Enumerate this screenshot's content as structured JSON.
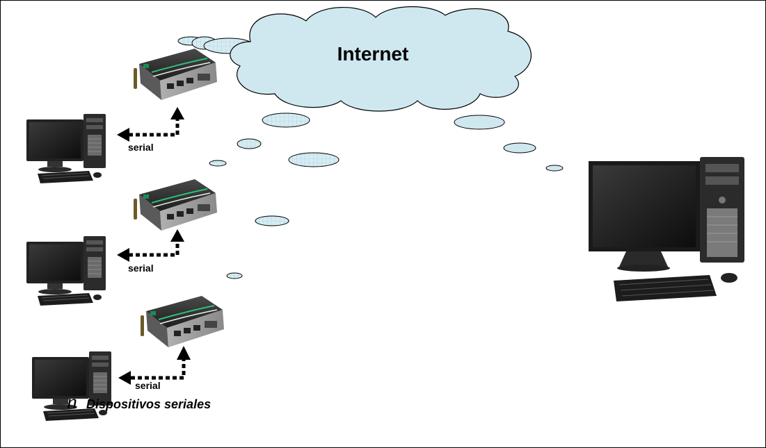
{
  "cloud": {
    "label": "Internet",
    "fill": "#cfe8f0",
    "stroke": "#000000"
  },
  "links": [
    {
      "label": "serial"
    },
    {
      "label": "serial"
    },
    {
      "label": "serial"
    }
  ],
  "caption": {
    "prefix": "n",
    "text": "Dispositivos seriales"
  },
  "colors": {
    "screen": "#1a1a1a",
    "tower": "#2b2b2b",
    "device": "#3a3a3a",
    "accent": "#1f8a55"
  }
}
